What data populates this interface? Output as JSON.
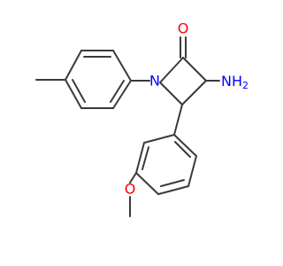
{
  "molecule": {
    "atoms": {
      "carbonyl_oxygen": "O",
      "amino_group": "NH",
      "amino_subscript": "2",
      "ring_nitrogen": "N",
      "ether_oxygen": "O"
    },
    "colors": {
      "bond": "#3a3a3a",
      "oxygen": "#ff0000",
      "nitrogen": "#0000ff",
      "background": "#ffffff"
    }
  }
}
